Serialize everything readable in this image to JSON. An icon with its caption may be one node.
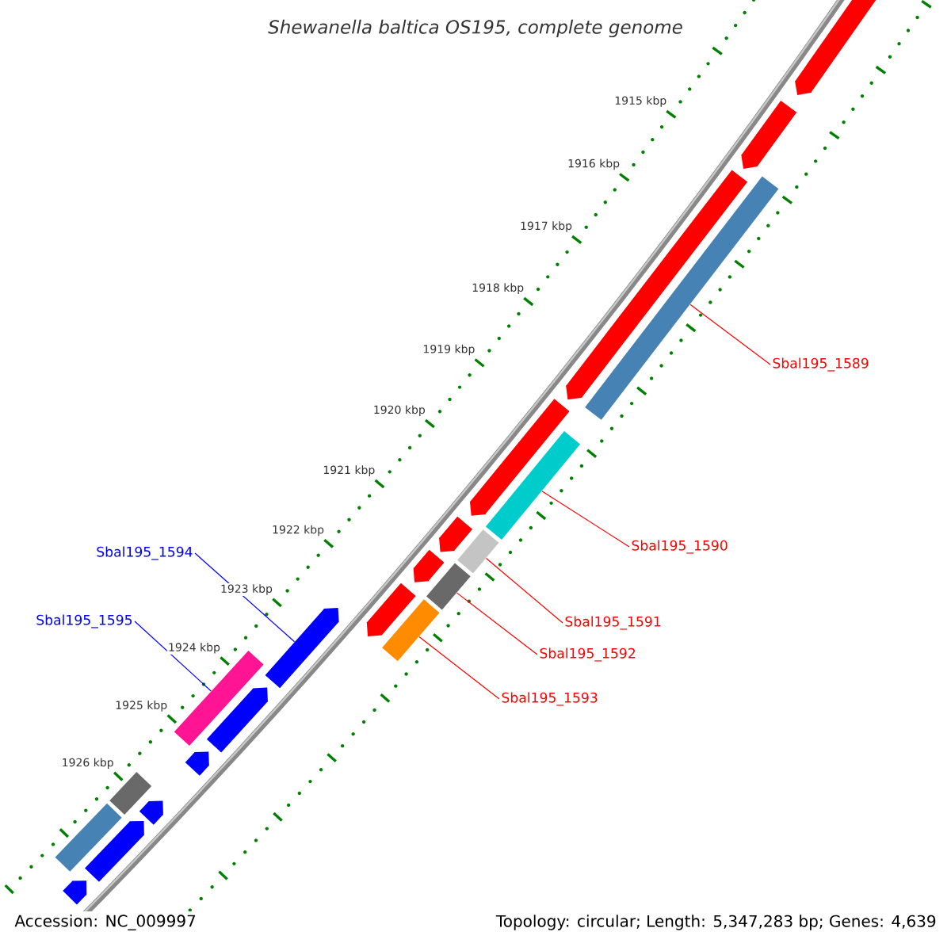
{
  "diagram": {
    "title": "Shewanella baltica OS195, complete genome",
    "nodes": [
      {
        "text": [
          "Sbal195_1589"
        ]
      },
      {
        "text": [
          "Sbal195_1590"
        ]
      },
      {
        "text": [
          "Sbal195_1591"
        ]
      },
      {
        "text": [
          "Sbal195_1592"
        ]
      },
      {
        "text": [
          "Sbal195_1593"
        ]
      },
      {
        "text": [
          "Sbal195_1594"
        ]
      },
      {
        "text": [
          "Sbal195_1595"
        ]
      },
      {
        "text": [],
        "shape": "pentagon"
      },
      {
        "text": [],
        "shape": "pentagon"
      },
      {
        "text": [],
        "shape": "bar"
      },
      {
        "text": [],
        "shape": "pentagon"
      },
      {
        "text": [],
        "shape": "pentagon"
      },
      {
        "text": [],
        "shape": "bar"
      },
      {
        "text": [],
        "shape": "bar"
      },
      {
        "text": [],
        "shape": "pentagon"
      },
      {
        "text": [],
        "shape": "bar"
      },
      {
        "text": [],
        "shape": "pentagon"
      },
      {
        "text": [],
        "shape": "pentagon"
      },
      {
        "text": [],
        "shape": "bar"
      },
      {
        "text": [],
        "shape": "pentagon"
      },
      {
        "text": [],
        "shape": "bar"
      },
      {
        "text": [],
        "shape": "pentagon"
      },
      {
        "text": [],
        "shape": "pentagon"
      },
      {
        "text": [],
        "shape": "bar"
      },
      {
        "text": [],
        "shape": "pentagon"
      },
      {
        "text": [],
        "shape": "pentagon"
      },
      {
        "text": [],
        "shape": "bar"
      },
      {
        "text": [],
        "shape": "pentagon"
      }
    ],
    "edges": [
      {
        "from": 0,
        "to": 9,
        "arrow": "none"
      },
      {
        "from": 1,
        "to": 12,
        "arrow": "none"
      },
      {
        "from": 2,
        "to": 13,
        "arrow": "none"
      },
      {
        "from": 3,
        "to": 15,
        "arrow": "none"
      },
      {
        "from": 4,
        "to": 18,
        "arrow": "none"
      },
      {
        "from": 5,
        "to": 19,
        "arrow": "none",
        "color": "#0000ff"
      },
      {
        "from": 6,
        "to": 20,
        "arrow": "none",
        "color": "#0000ff"
      }
    ],
    "labels": [
      "1915 kbp",
      "1916 kbp",
      "1917 kbp",
      "1918 kbp",
      "1919 kbp",
      "1920 kbp",
      "1921 kbp",
      "1922 kbp",
      "1923 kbp",
      "1924 kbp",
      "1925 kbp",
      "1926 kbp",
      "Accession: NC_009997",
      "Topology: circular; Length: 5,347,283 bp; Genes: 4,639"
    ]
  }
}
